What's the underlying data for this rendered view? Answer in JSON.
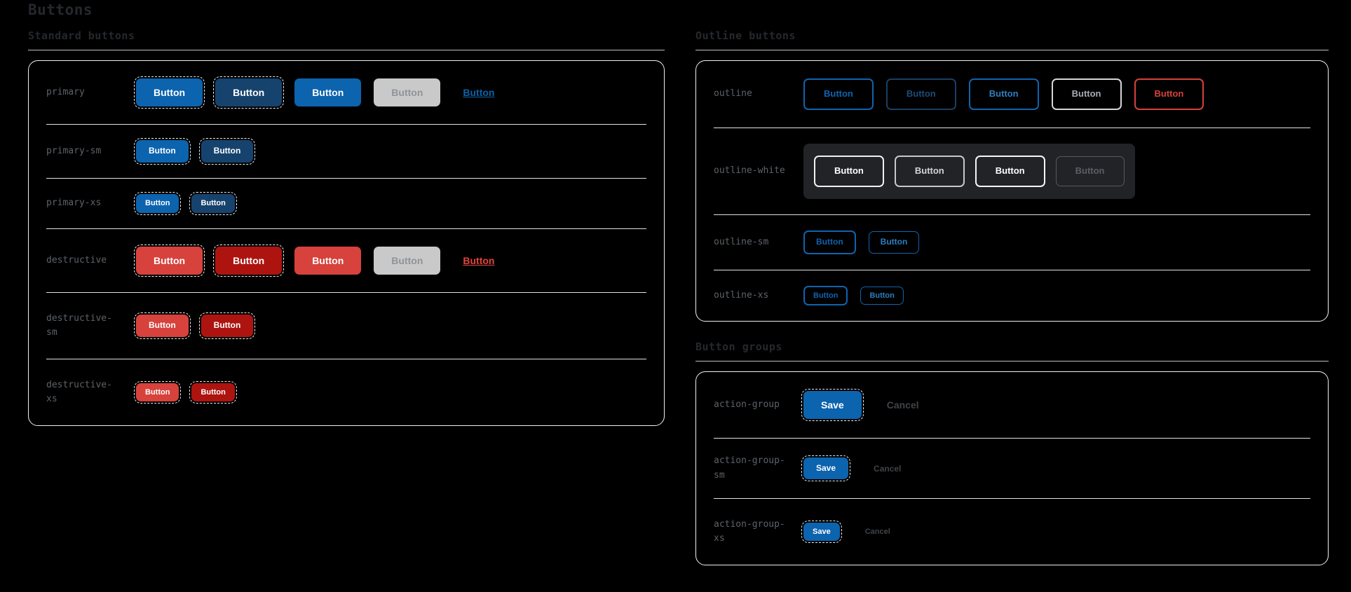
{
  "page": {
    "title": "Buttons"
  },
  "colors": {
    "background": "#000000",
    "heading_text": "#25282c",
    "row_label_text": "#5d6369",
    "panel_border": "#eef0f2",
    "divider": "#e0e2e4",
    "primary_blue": "#0c63ae",
    "primary_blue_dark": "#16436d",
    "destructive_red": "#d7423c",
    "destructive_red_dark": "#ad1410",
    "disabled_bg": "#c9c9c9",
    "disabled_text": "#8f9499",
    "link_blue": "#0d63a9",
    "link_red": "#e2453e",
    "outline_blue": "#1063ae",
    "outline_navy": "#1a3f63",
    "outline_red": "#d7413b",
    "outline_white": "#f1f1f1",
    "outline_white_panel_bg": "#212327",
    "focus_ring": "#eceeef",
    "cancel_text": "#3f4348"
  },
  "standard": {
    "title": "Standard buttons",
    "rows": [
      {
        "label": "primary",
        "buttons": [
          "Button",
          "Button",
          "Button",
          "Button"
        ],
        "link": "Button"
      },
      {
        "label": "primary-sm",
        "buttons": [
          "Button",
          "Button"
        ]
      },
      {
        "label": "primary-xs",
        "buttons": [
          "Button",
          "Button"
        ]
      },
      {
        "label": "destructive",
        "buttons": [
          "Button",
          "Button",
          "Button",
          "Button"
        ],
        "link": "Button"
      },
      {
        "label": "destructive-sm",
        "buttons": [
          "Button",
          "Button"
        ]
      },
      {
        "label": "destructive-xs",
        "buttons": [
          "Button",
          "Button"
        ]
      }
    ]
  },
  "outline": {
    "title": "Outline buttons",
    "rows": [
      {
        "label": "outline",
        "buttons": [
          "Button",
          "Button",
          "Button",
          "Button",
          "Button"
        ]
      },
      {
        "label": "outline-white",
        "buttons": [
          "Button",
          "Button",
          "Button",
          "Button"
        ]
      },
      {
        "label": "outline-sm",
        "buttons": [
          "Button",
          "Button"
        ]
      },
      {
        "label": "outline-xs",
        "buttons": [
          "Button",
          "Button"
        ]
      }
    ]
  },
  "groups": {
    "title": "Button groups",
    "rows": [
      {
        "label": "action-group",
        "save": "Save",
        "cancel": "Cancel"
      },
      {
        "label": "action-group-sm",
        "save": "Save",
        "cancel": "Cancel"
      },
      {
        "label": "action-group-xs",
        "save": "Save",
        "cancel": "Cancel"
      }
    ]
  }
}
